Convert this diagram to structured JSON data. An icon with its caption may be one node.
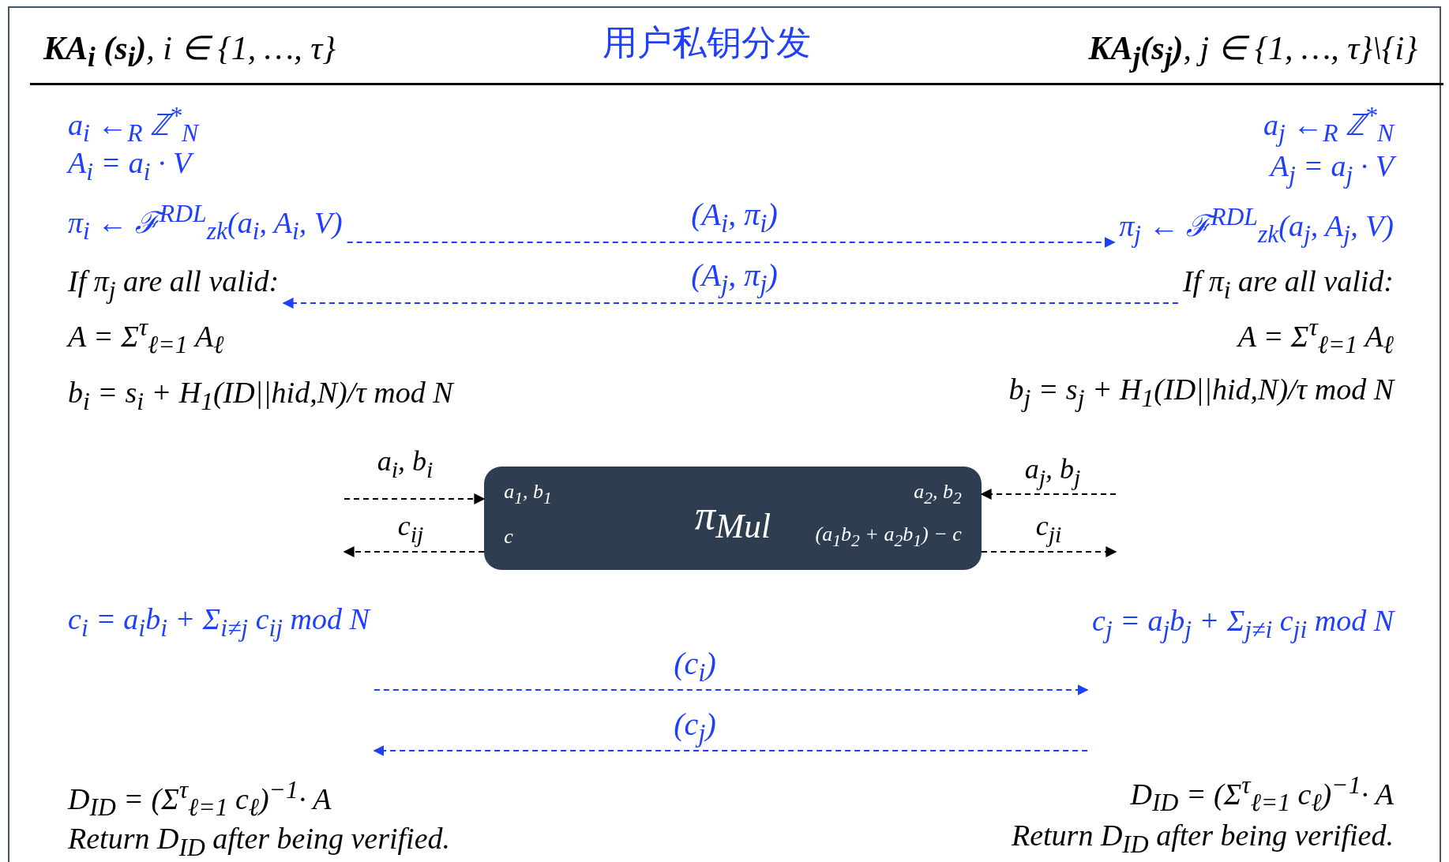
{
  "diagram": {
    "title": "用户私钥分发",
    "nodes": [
      {
        "text": [
          "π$_{i}$ ← ℱ$^{RDL}$$_{zk}$(a$_{i}$, A$_{i}$, V)"
        ]
      },
      {
        "text": [
          "π$_{j}$ ← ℱ$^{RDL}$$_{zk}$(a$_{j}$, A$_{j}$, V)"
        ]
      },
      {
        "text": [
          "If π$_{j}$ are all valid:"
        ]
      },
      {
        "text": [
          "If π$_{i}$ are all valid:"
        ]
      },
      {
        "text": [
          "π$_{Mul}$",
          "a$_{1}$, b$_{1}$",
          "c",
          "a$_{2}$, b$_{2}$",
          "(a$_{1}$b$_{2}$ + a$_{2}$b$_{1}$) − c"
        ]
      },
      {
        "text": [
          "c$_{i}$ = a$_{i}$b$_{i}$ + Σ$_{i≠j}$ c$_{ij}$  mod N"
        ]
      },
      {
        "text": [
          "c$_{j}$ = a$_{j}$b$_{j}$ + Σ$_{j≠i}$ c$_{ji}$  mod N"
        ]
      }
    ],
    "edges": [
      {
        "from": 0,
        "to": 1,
        "arrow": "to",
        "label": "(A$_{i}$, π$_{i}$)",
        "style": "dashed",
        "color": "#1f3fff"
      },
      {
        "from": 3,
        "to": 2,
        "arrow": "to",
        "label": "(A$_{j}$, π$_{j}$)",
        "style": "dashed",
        "color": "#1f3fff"
      },
      {
        "from": null,
        "to": 4,
        "arrow": "to",
        "label": "a$_{i}$, b$_{i}$",
        "style": "dashed",
        "color": "#000000"
      },
      {
        "from": 4,
        "to": null,
        "arrow": "to",
        "label": "c$_{ij}$",
        "style": "dashed",
        "color": "#000000"
      },
      {
        "from": null,
        "to": 4,
        "arrow": "to",
        "label": "a$_{j}$, b$_{j}$",
        "style": "dashed",
        "color": "#000000"
      },
      {
        "from": 4,
        "to": null,
        "arrow": "to",
        "label": "c$_{ji}$",
        "style": "dashed",
        "color": "#000000"
      },
      {
        "from": 5,
        "to": 6,
        "arrow": "to",
        "label": "(c$_{i}$)",
        "style": "dashed",
        "color": "#1f3fff"
      },
      {
        "from": 6,
        "to": 5,
        "arrow": "to",
        "label": "(c$_{j}$)",
        "style": "dashed",
        "color": "#1f3fff"
      }
    ],
    "labels": [
      "**KA$_{i}$ (s$_{i}$)**, i ∈ {1, …, τ}",
      "**KA$_{j}$(s$_{j}$)**, j ∈ {1, …, τ}\\{i}",
      "a$_{i}$ ←$_{R}$ ℤ$^{*}$$_{N}$",
      "a$_{j}$ ←$_{R}$ ℤ$^{*}$$_{N}$",
      "A$_{i}$ = a$_{i}$ · V",
      "A$_{j}$ = a$_{j}$ · V",
      "A = Σ$^{τ}$$_{ℓ=1}$ A$_{ℓ}$",
      "A = Σ$^{τ}$$_{ℓ=1}$ A$_{ℓ}$",
      "b$_{i}$ = s$_{i}$ + H$_{1}$(ID||hid,N)/τ mod N",
      "b$_{j}$ = s$_{j}$ + H$_{1}$(ID||hid,N)/τ mod N",
      "D$_{ID}$ = (Σ$^{τ}$$_{ℓ=1}$ c$_{ℓ}$)$^{−1}$· A",
      "D$_{ID}$ = (Σ$^{τ}$$_{ℓ=1}$ c$_{ℓ}$)$^{−1}$· A",
      "Return D$_{ID}$ after being verified.",
      "Return D$_{ID}$ after being verified."
    ]
  }
}
